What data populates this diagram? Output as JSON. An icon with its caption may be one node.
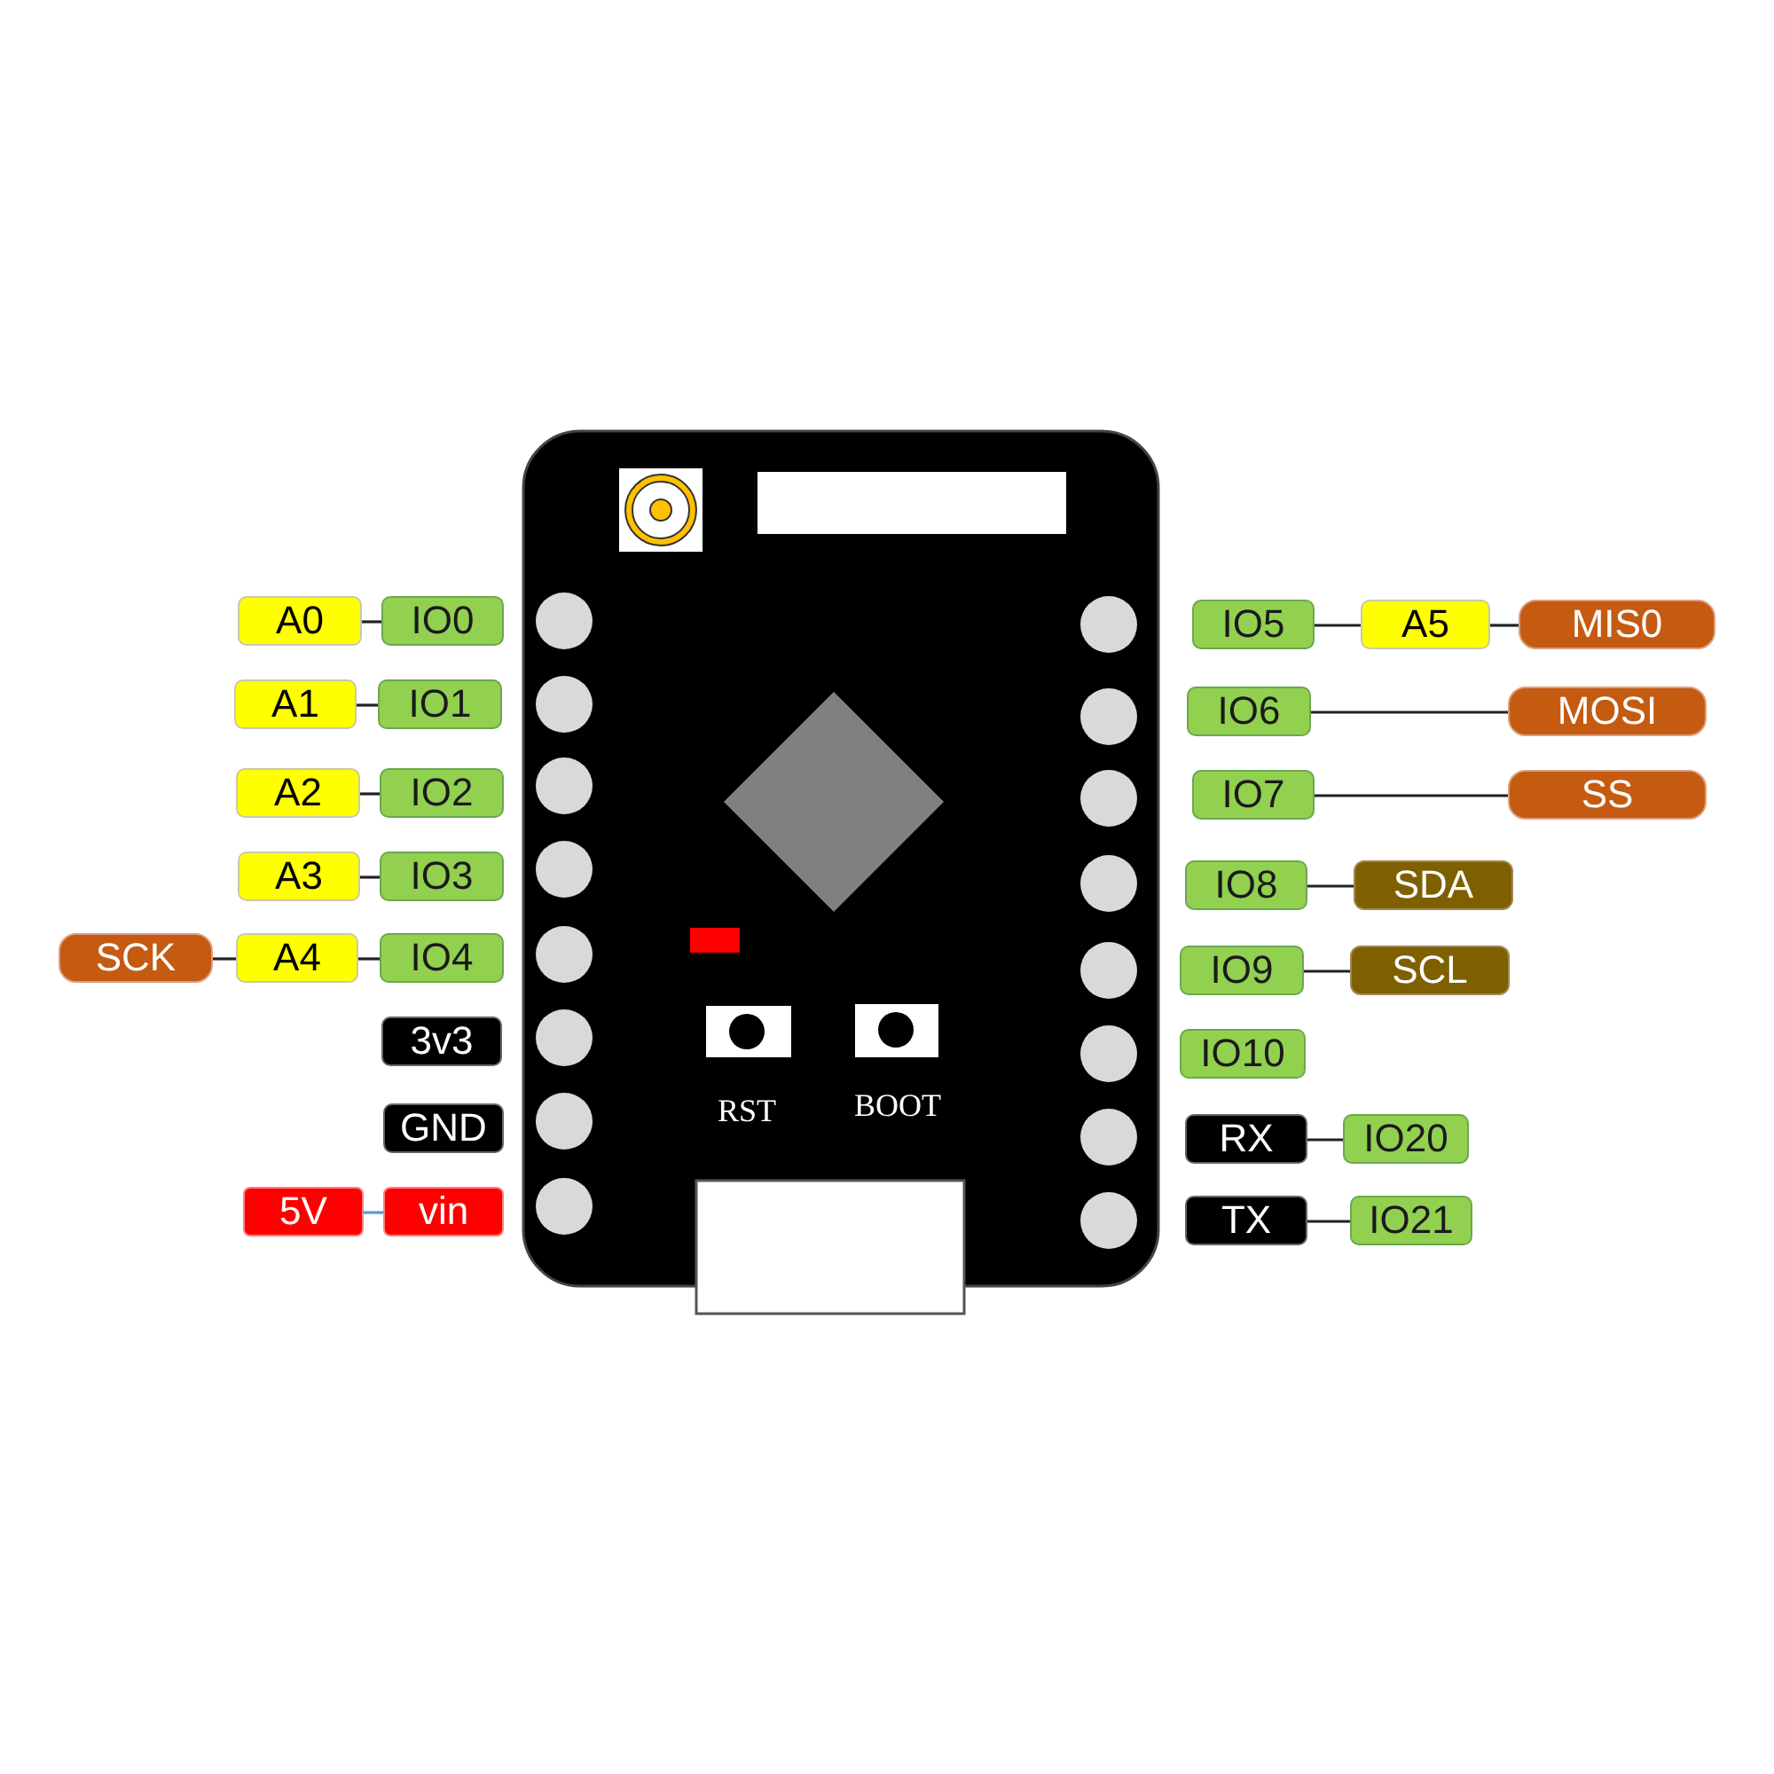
{
  "diagram": {
    "nodes": [
      {
        "text": [
          "A0"
        ]
      },
      {
        "text": [
          "IO0"
        ]
      },
      {
        "text": [
          "A1"
        ]
      },
      {
        "text": [
          "IO1"
        ]
      },
      {
        "text": [
          "A2"
        ]
      },
      {
        "text": [
          "IO2"
        ]
      },
      {
        "text": [
          "A3"
        ]
      },
      {
        "text": [
          "IO3"
        ]
      },
      {
        "text": [
          "SCK"
        ]
      },
      {
        "text": [
          "A4"
        ]
      },
      {
        "text": [
          "IO4"
        ]
      },
      {
        "text": [
          "3v3"
        ]
      },
      {
        "text": [
          "GND"
        ]
      },
      {
        "text": [
          "5V"
        ]
      },
      {
        "text": [
          "vin"
        ]
      },
      {
        "text": [
          "IO5"
        ]
      },
      {
        "text": [
          "A5"
        ]
      },
      {
        "text": [
          "MIS0"
        ]
      },
      {
        "text": [
          "IO6"
        ]
      },
      {
        "text": [
          "MOSI"
        ]
      },
      {
        "text": [
          "IO7"
        ]
      },
      {
        "text": [
          "SS"
        ]
      },
      {
        "text": [
          "IO8"
        ]
      },
      {
        "text": [
          "SDA"
        ]
      },
      {
        "text": [
          "IO9"
        ]
      },
      {
        "text": [
          "SCL"
        ]
      },
      {
        "text": [
          "IO10"
        ]
      },
      {
        "text": [
          "RX"
        ]
      },
      {
        "text": [
          "IO20"
        ]
      },
      {
        "text": [
          "TX"
        ]
      },
      {
        "text": [
          "IO21"
        ]
      }
    ],
    "edges": [
      {
        "from": 0,
        "to": 1,
        "arrow": "none"
      },
      {
        "from": 2,
        "to": 3,
        "arrow": "none"
      },
      {
        "from": 4,
        "to": 5,
        "arrow": "none"
      },
      {
        "from": 6,
        "to": 7,
        "arrow": "none"
      },
      {
        "from": 8,
        "to": 9,
        "arrow": "none"
      },
      {
        "from": 9,
        "to": 10,
        "arrow": "none"
      },
      {
        "from": 13,
        "to": 14,
        "arrow": "none",
        "color": "#5b9bd5"
      },
      {
        "from": 15,
        "to": 16,
        "arrow": "none"
      },
      {
        "from": 16,
        "to": 17,
        "arrow": "none"
      },
      {
        "from": 18,
        "to": 19,
        "arrow": "none"
      },
      {
        "from": 20,
        "to": 21,
        "arrow": "none"
      },
      {
        "from": 22,
        "to": 23,
        "arrow": "none"
      },
      {
        "from": 24,
        "to": 25,
        "arrow": "none"
      },
      {
        "from": 27,
        "to": 28,
        "arrow": "none"
      },
      {
        "from": 29,
        "to": 30,
        "arrow": "none"
      }
    ],
    "labels": [
      "RST",
      "BOOT"
    ]
  }
}
